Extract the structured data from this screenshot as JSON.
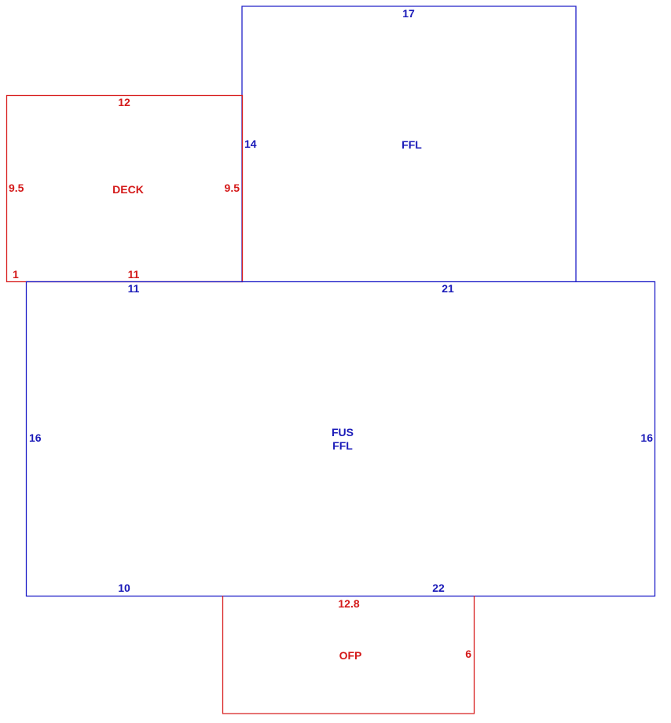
{
  "colors": {
    "living_outline": "#2020c8",
    "living_text": "#1a1ab8",
    "other_outline": "#d82020",
    "other_text": "#d41a1a",
    "background": "#ffffff"
  },
  "areas": {
    "ffl_upper": {
      "name": "FFL",
      "dimensions": {
        "top": "17",
        "left": "14"
      }
    },
    "deck": {
      "name": "DECK",
      "dimensions": {
        "top": "12",
        "left": "9.5",
        "right": "9.5",
        "bottom_left": "1",
        "bottom": "11"
      }
    },
    "main": {
      "name_line1": "FUS",
      "name_line2": "FFL",
      "dimensions": {
        "top_left": "11",
        "top_right": "21",
        "left": "16",
        "right": "16",
        "bottom_left": "10",
        "bottom_right": "22"
      }
    },
    "ofp": {
      "name": "OFP",
      "dimensions": {
        "top": "12.8",
        "right": "6"
      }
    }
  }
}
